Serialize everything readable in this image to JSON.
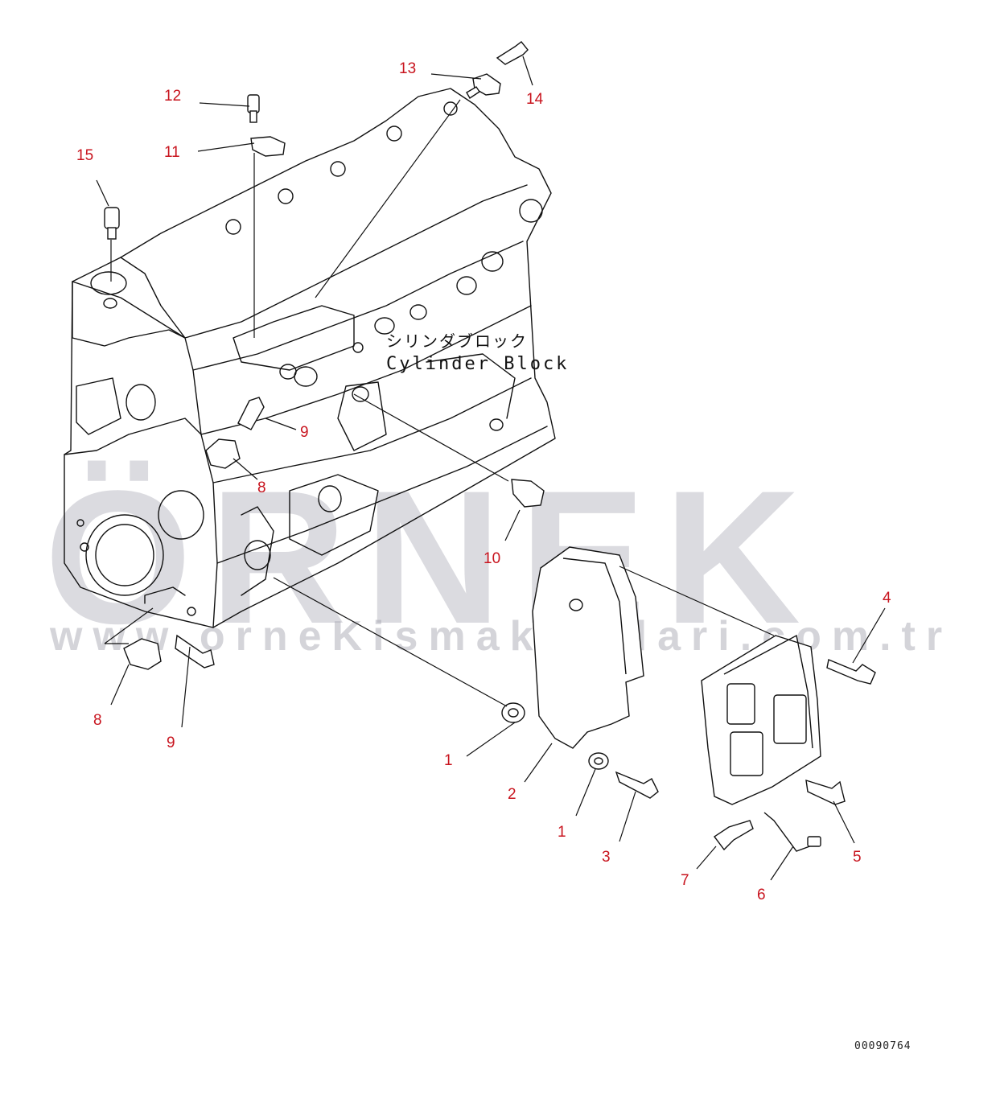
{
  "watermark": {
    "brand": "ÖRNEK",
    "url": "www.orneKismakinalari.com.tr"
  },
  "labels": {
    "cylinder_block_jp": "シリンダブロック",
    "cylinder_block_en": "Cylinder Block"
  },
  "document_number": "00090764",
  "callouts": [
    {
      "id": "c13",
      "text": "13"
    },
    {
      "id": "c14",
      "text": "14"
    },
    {
      "id": "c12",
      "text": "12"
    },
    {
      "id": "c11",
      "text": "11"
    },
    {
      "id": "c15",
      "text": "15"
    },
    {
      "id": "c9a",
      "text": "9"
    },
    {
      "id": "c8a",
      "text": "8"
    },
    {
      "id": "c10",
      "text": "10"
    },
    {
      "id": "c4",
      "text": "4"
    },
    {
      "id": "c8b",
      "text": "8"
    },
    {
      "id": "c9b",
      "text": "9"
    },
    {
      "id": "c1a",
      "text": "1"
    },
    {
      "id": "c2",
      "text": "2"
    },
    {
      "id": "c1b",
      "text": "1"
    },
    {
      "id": "c3",
      "text": "3"
    },
    {
      "id": "c5",
      "text": "5"
    },
    {
      "id": "c7",
      "text": "7"
    },
    {
      "id": "c6",
      "text": "6"
    }
  ],
  "colors": {
    "callout": "#c8141e",
    "line": "#111111",
    "watermark": "#aaaab4"
  }
}
